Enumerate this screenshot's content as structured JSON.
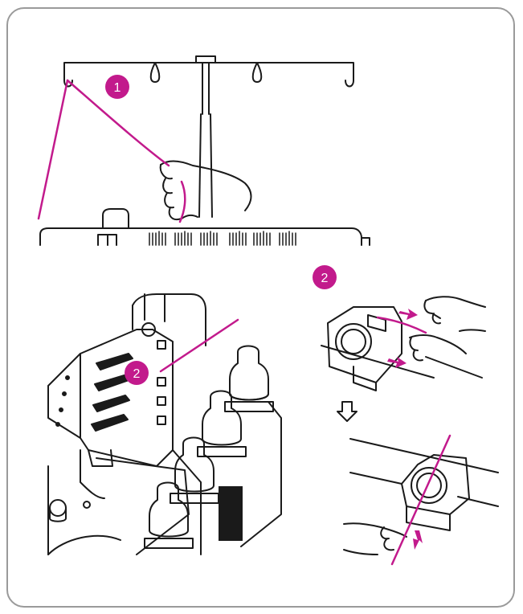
{
  "colors": {
    "accent": "#c21a8c",
    "line": "#1a1a1a",
    "frame": "#9a9a9a"
  },
  "steps": [
    {
      "id": "step-1",
      "label": "1"
    },
    {
      "id": "step-2-top",
      "label": "2"
    },
    {
      "id": "step-2-machine",
      "label": "2"
    }
  ]
}
